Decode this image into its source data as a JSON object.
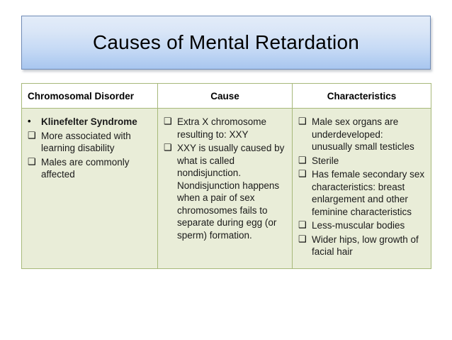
{
  "slide": {
    "title": "Causes of Mental Retardation",
    "background_color": "#ffffff"
  },
  "banner": {
    "gradient_top": "#e3ecf9",
    "gradient_bottom": "#a8c6ef",
    "border_color": "#6f8ab5"
  },
  "table": {
    "border_color": "#a7b97a",
    "header_background": "#ffffff",
    "body_background": "#e9edd8",
    "headers": [
      "Chromosomal Disorder",
      "Cause",
      "Characteristics"
    ],
    "columns": {
      "disorder": {
        "items": [
          {
            "bullet": "round-bullet",
            "glyph": "•",
            "text": "Klinefelter Syndrome",
            "bold": true
          },
          {
            "bullet": "square-bullet",
            "glyph": "❑",
            "text": "More associated with learning disability",
            "bold": false
          },
          {
            "bullet": "square-bullet",
            "glyph": "❑",
            "text": "Males are commonly affected",
            "bold": false
          }
        ]
      },
      "cause": {
        "items": [
          {
            "bullet": "square-bullet",
            "glyph": "❑",
            "text": "Extra X chromosome resulting to: XXY",
            "bold": false
          },
          {
            "bullet": "square-bullet",
            "glyph": "❑",
            "text": "XXY is usually caused by what is called nondisjunction. Nondisjunction happens when a pair of sex chromosomes fails to separate during egg (or sperm) formation.",
            "bold": false
          }
        ]
      },
      "characteristics": {
        "items": [
          {
            "bullet": "square-bullet",
            "glyph": "❑",
            "text": "Male sex organs are underdeveloped: unusually small testicles",
            "bold": false
          },
          {
            "bullet": "square-bullet",
            "glyph": "❑",
            "text": "Sterile",
            "bold": false
          },
          {
            "bullet": "square-bullet",
            "glyph": "❑",
            "text": "Has female secondary sex characteristics: breast enlargement and other feminine characteristics",
            "bold": false
          },
          {
            "bullet": "square-bullet",
            "glyph": "❑",
            "text": "Less-muscular bodies",
            "bold": false
          },
          {
            "bullet": "square-bullet",
            "glyph": "❑",
            "text": "Wider hips, low growth of facial hair",
            "bold": false
          }
        ]
      }
    }
  }
}
